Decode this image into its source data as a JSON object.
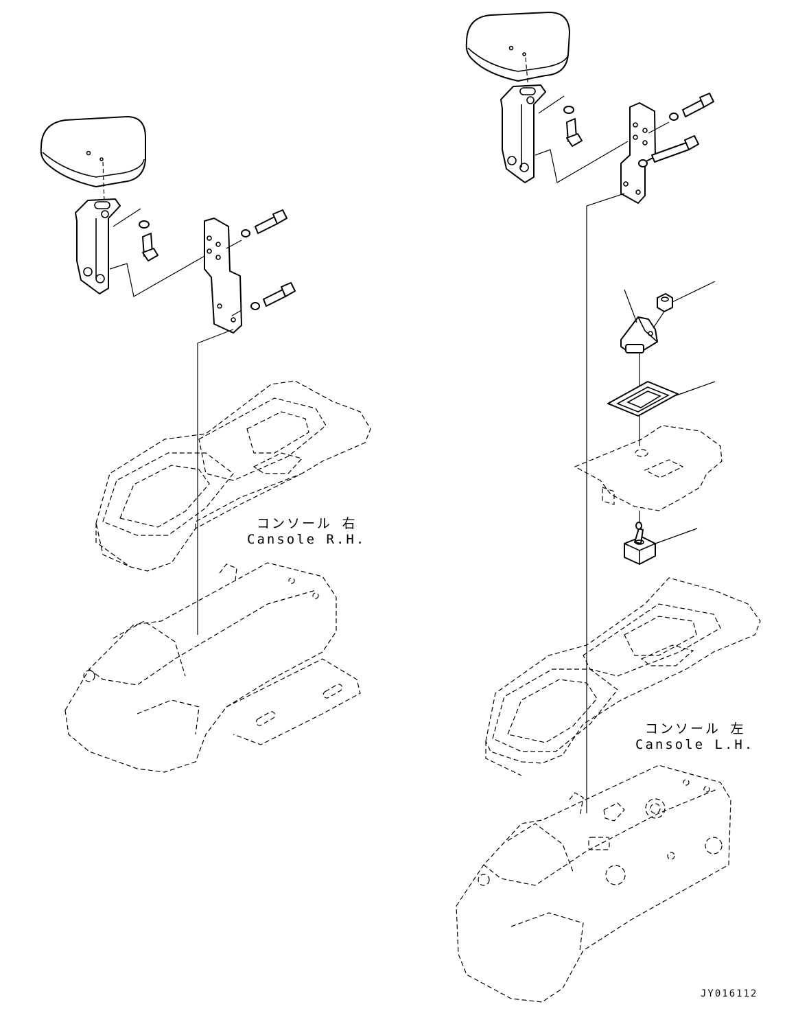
{
  "labels": {
    "console_rh_jp": "コンソール 右",
    "console_rh_en": "Cansole R.H.",
    "console_lh_jp": "コンソール 左",
    "console_lh_en": "Cansole L.H.",
    "drawing_code": "JY016112"
  },
  "colors": {
    "line": "#000000",
    "background": "#ffffff"
  }
}
